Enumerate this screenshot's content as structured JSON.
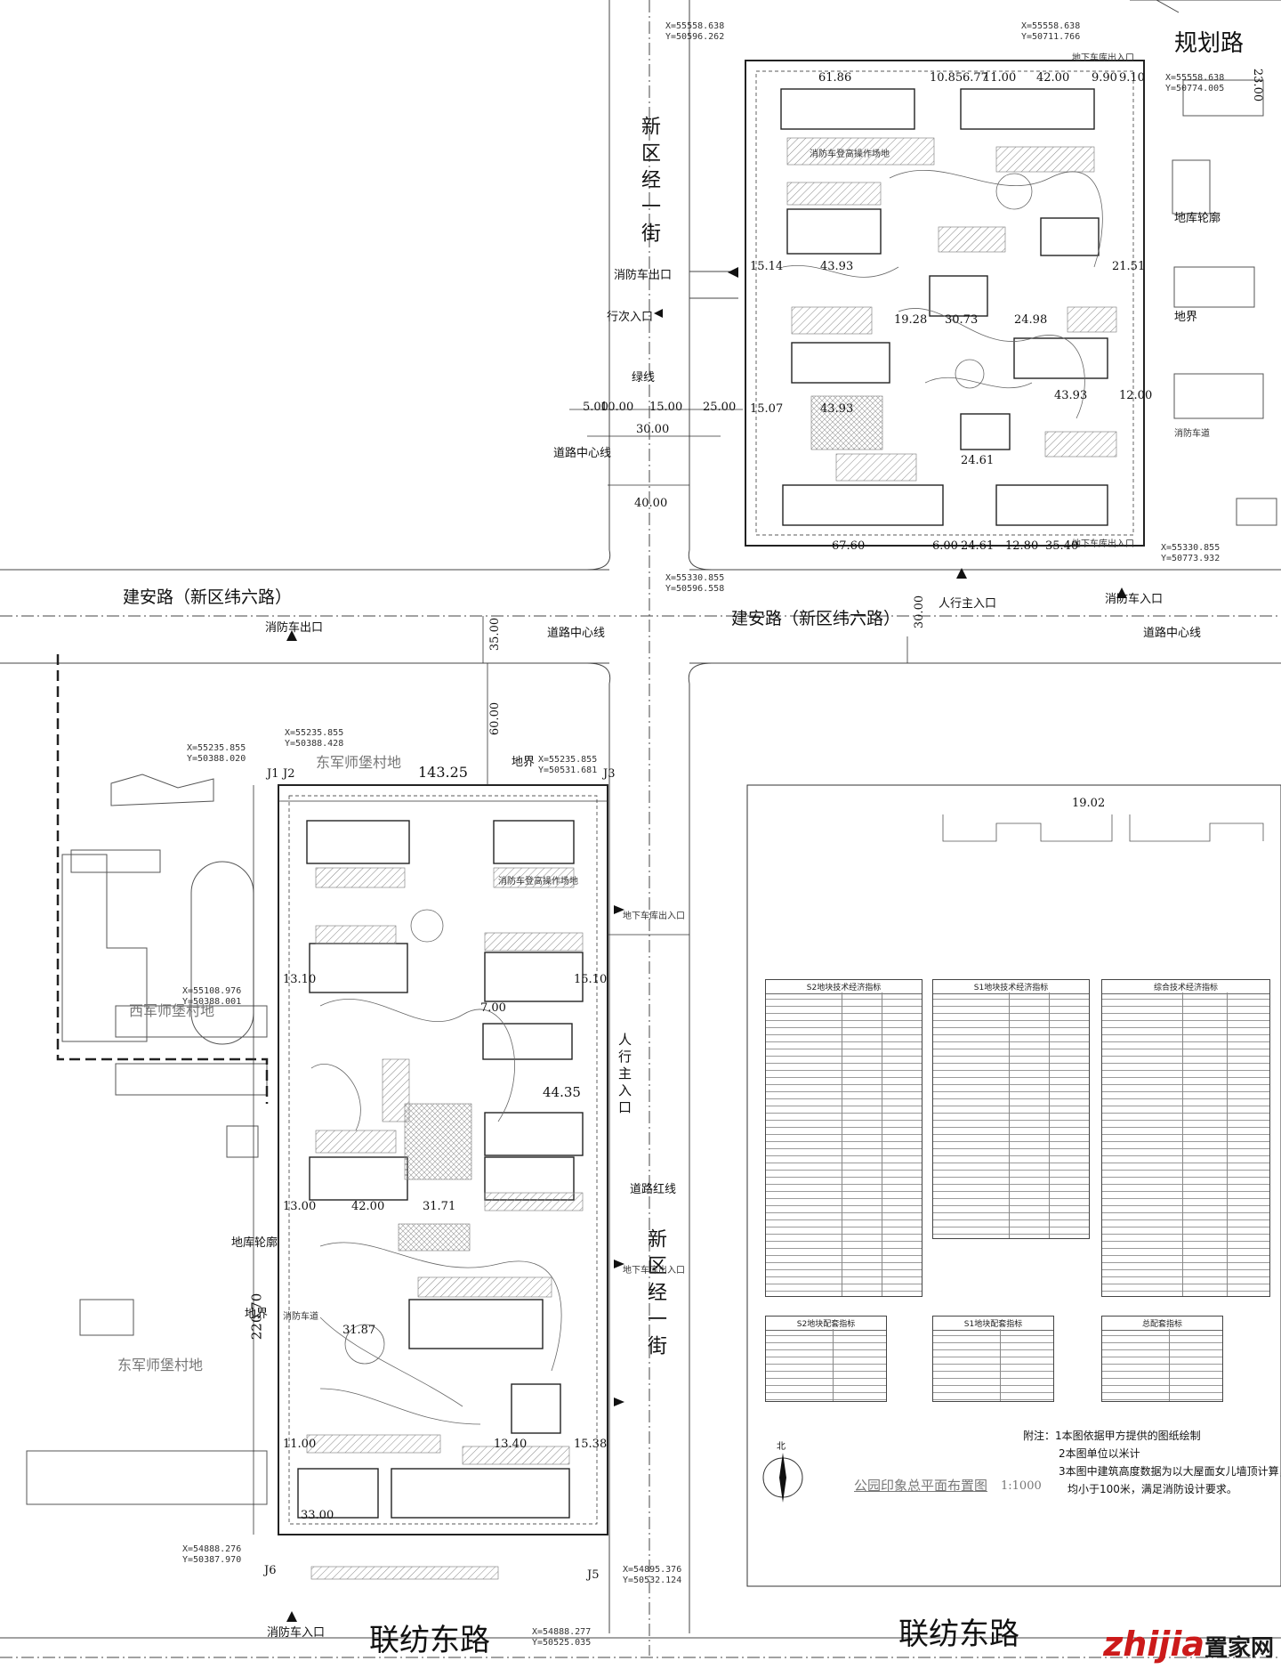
{
  "title": "公园印象总平面布置图",
  "scale": "1:1000",
  "roads": {
    "planned_road": "规划路",
    "jianan_road": "建安路（新区纬六路）",
    "lianfang_east_road": "联纺东路",
    "xinqu_jing_yi_jie": "新区经一街",
    "road_centerline": "道路中心线",
    "road_red_line": "道路红线",
    "green_line": "绿线"
  },
  "entrances": {
    "fire_exit": "消防车出口",
    "fire_entry": "消防车入口",
    "ped_main_entry": "人行主入口",
    "ped_secondary_entry": "行次入口",
    "underground_parking_entry": "地下车库出入口"
  },
  "areas": {
    "village_dong_jun": "东军师堡村地",
    "village_xi_jun": "西军师堡村地",
    "boundary": "地界",
    "garage_outline": "地库轮廓",
    "fire_lane": "消防车道",
    "fire_work_area": "消防车登高操作场地"
  },
  "dims": {
    "d5": "5.00",
    "d10": "10.00",
    "d15": "15.00",
    "d25": "25.00",
    "d30": "30.00",
    "d40": "40.00",
    "d35": "35.00",
    "d60": "60.00",
    "d30v": "30.00",
    "d143": "143.25",
    "d220": "220.70",
    "d6186": "61.86",
    "d1086": "10.85",
    "d677": "6.77",
    "d1100": "11.00",
    "d4200": "42.00",
    "d990": "9.90",
    "d910": "9.10",
    "d2300": "23.00",
    "d4393": "43.93",
    "d1514": "15.14",
    "d2151": "21.51",
    "d3073": "30.73",
    "d2498": "24.98",
    "d1928": "19.28",
    "d1507": "15.07",
    "d1200": "12.00",
    "d2461": "24.61",
    "d1280": "12.80",
    "d3540": "35.40",
    "d6760": "67.60",
    "d600": "6.00",
    "d1902": "19.02",
    "d4435": "44.35",
    "d3171": "31.71",
    "d3187": "31.87",
    "d3300": "33.00",
    "d1100b": "11.00",
    "d1310": "13.10",
    "d1510": "15.10",
    "d1300": "13.00",
    "d4200b": "42.00",
    "d700": "7.00",
    "d1340": "13.40",
    "d1538": "15.38"
  },
  "coords": {
    "c1": "X=55558.638",
    "c1y": "Y=50596.262",
    "c2": "X=55558.638",
    "c2y": "Y=50711.766",
    "c3": "X=55558.638",
    "c3y": "Y=50774.005",
    "c4": "X=55330.855",
    "c4y": "Y=50596.558",
    "c5": "X=55330.855",
    "c5y": "Y=50773.932",
    "c6": "X=55235.855",
    "c6y": "Y=50388.020",
    "c7": "X=55235.855",
    "c7y": "Y=50388.428",
    "c8": "X=55235.855",
    "c8y": "Y=50531.681",
    "c9": "X=55108.976",
    "c9y": "Y=50388.001",
    "c10": "X=54888.276",
    "c10y": "Y=50387.970",
    "c11": "X=54888.277",
    "c11y": "Y=50525.035",
    "c12": "X=54895.376",
    "c12y": "Y=50532.124"
  },
  "points": {
    "j1": "J1",
    "j2": "J2",
    "j3": "J3",
    "j5": "J5",
    "j6": "J6"
  },
  "tables": {
    "s2_title": "S2地块技术经济指标",
    "s1_title": "S1地块技术经济指标",
    "total_title": "综合技术经济指标",
    "s2_title2": "S2地块配套指标",
    "s1_title2": "S1地块配套指标",
    "total_title2": "总配套指标"
  },
  "notes": {
    "label": "附注：",
    "n1": "1本图依据甲方提供的图纸绘制",
    "n2": "2本图单位以米计",
    "n3": "3本图中建筑高度数据为以大屋面女儿墙顶计算，",
    "n3b": "均小于100米，满足消防设计要求。"
  },
  "north": "北",
  "watermark": {
    "site": "zhijia",
    "brand": "置家网"
  },
  "colors": {
    "line": "#333333",
    "hatch": "#9a9a9a",
    "watermark_red": "#cc1a1a"
  }
}
